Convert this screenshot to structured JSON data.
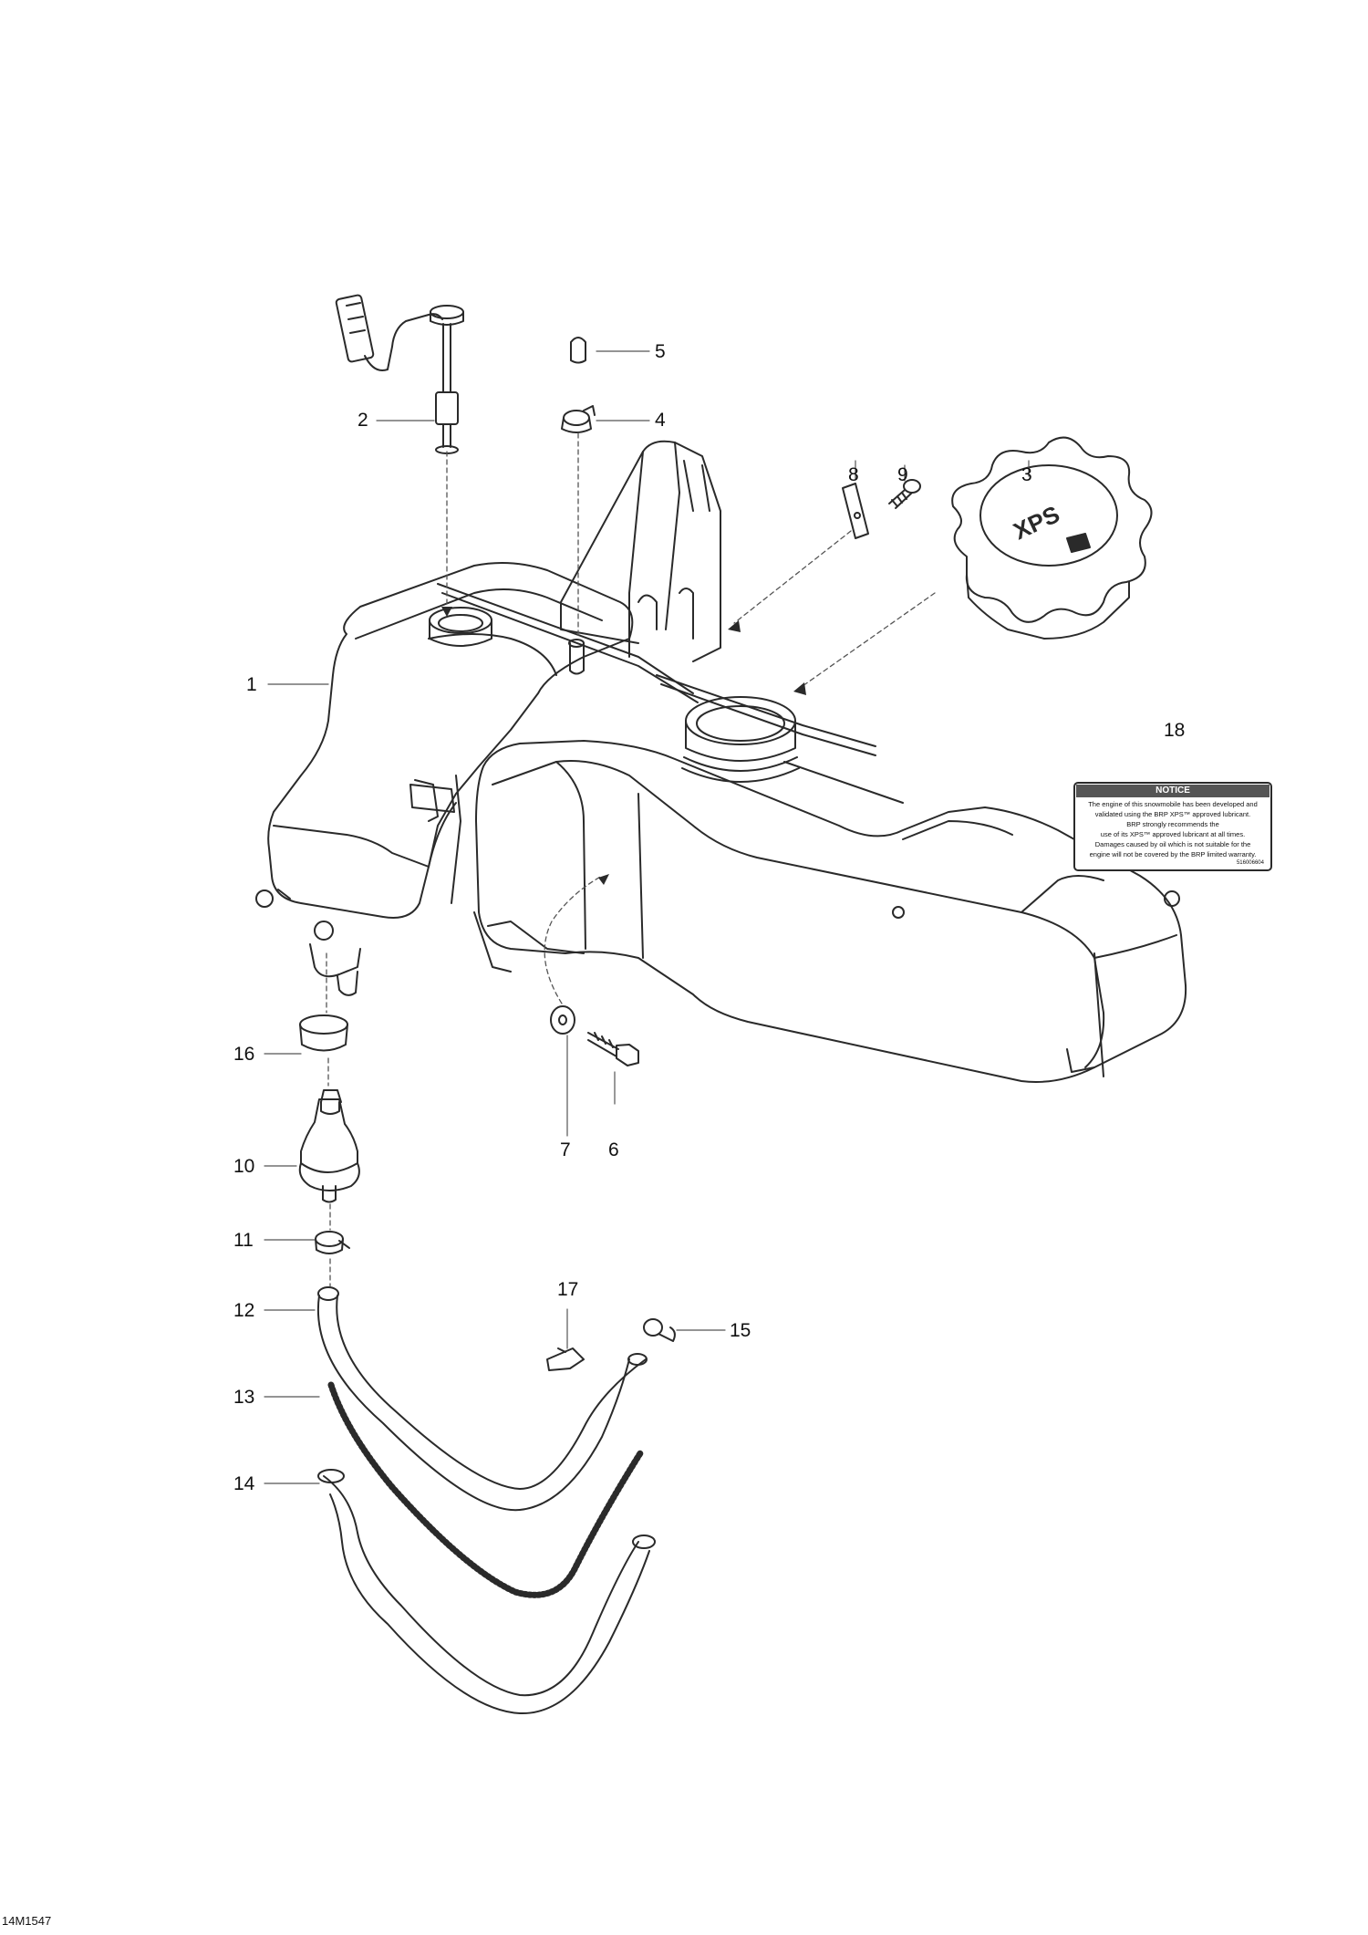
{
  "figure_id": "14M1547",
  "callouts": [
    {
      "n": "1"
    },
    {
      "n": "2"
    },
    {
      "n": "3"
    },
    {
      "n": "4"
    },
    {
      "n": "5"
    },
    {
      "n": "6"
    },
    {
      "n": "7"
    },
    {
      "n": "8"
    },
    {
      "n": "9"
    },
    {
      "n": "10"
    },
    {
      "n": "11"
    },
    {
      "n": "12"
    },
    {
      "n": "13"
    },
    {
      "n": "14"
    },
    {
      "n": "15"
    },
    {
      "n": "16"
    },
    {
      "n": "17"
    },
    {
      "n": "18"
    }
  ],
  "cap_logo": "XPS",
  "decal": {
    "heading": "NOTICE",
    "lines": [
      "The engine of this snowmobile has been developed and",
      "validated using the BRP XPS™ approved lubricant.",
      "BRP strongly recommends the",
      "use of its XPS™ approved lubricant at all times.",
      "Damages caused by oil which is not suitable for the",
      "engine will not be covered by the BRP limited warranty."
    ],
    "part_number": "516006604"
  },
  "colors": {
    "line": "#2a2a2a",
    "leader": "#555555",
    "decal_bg": "#ffffff",
    "decal_heading_bg": "#555555"
  }
}
